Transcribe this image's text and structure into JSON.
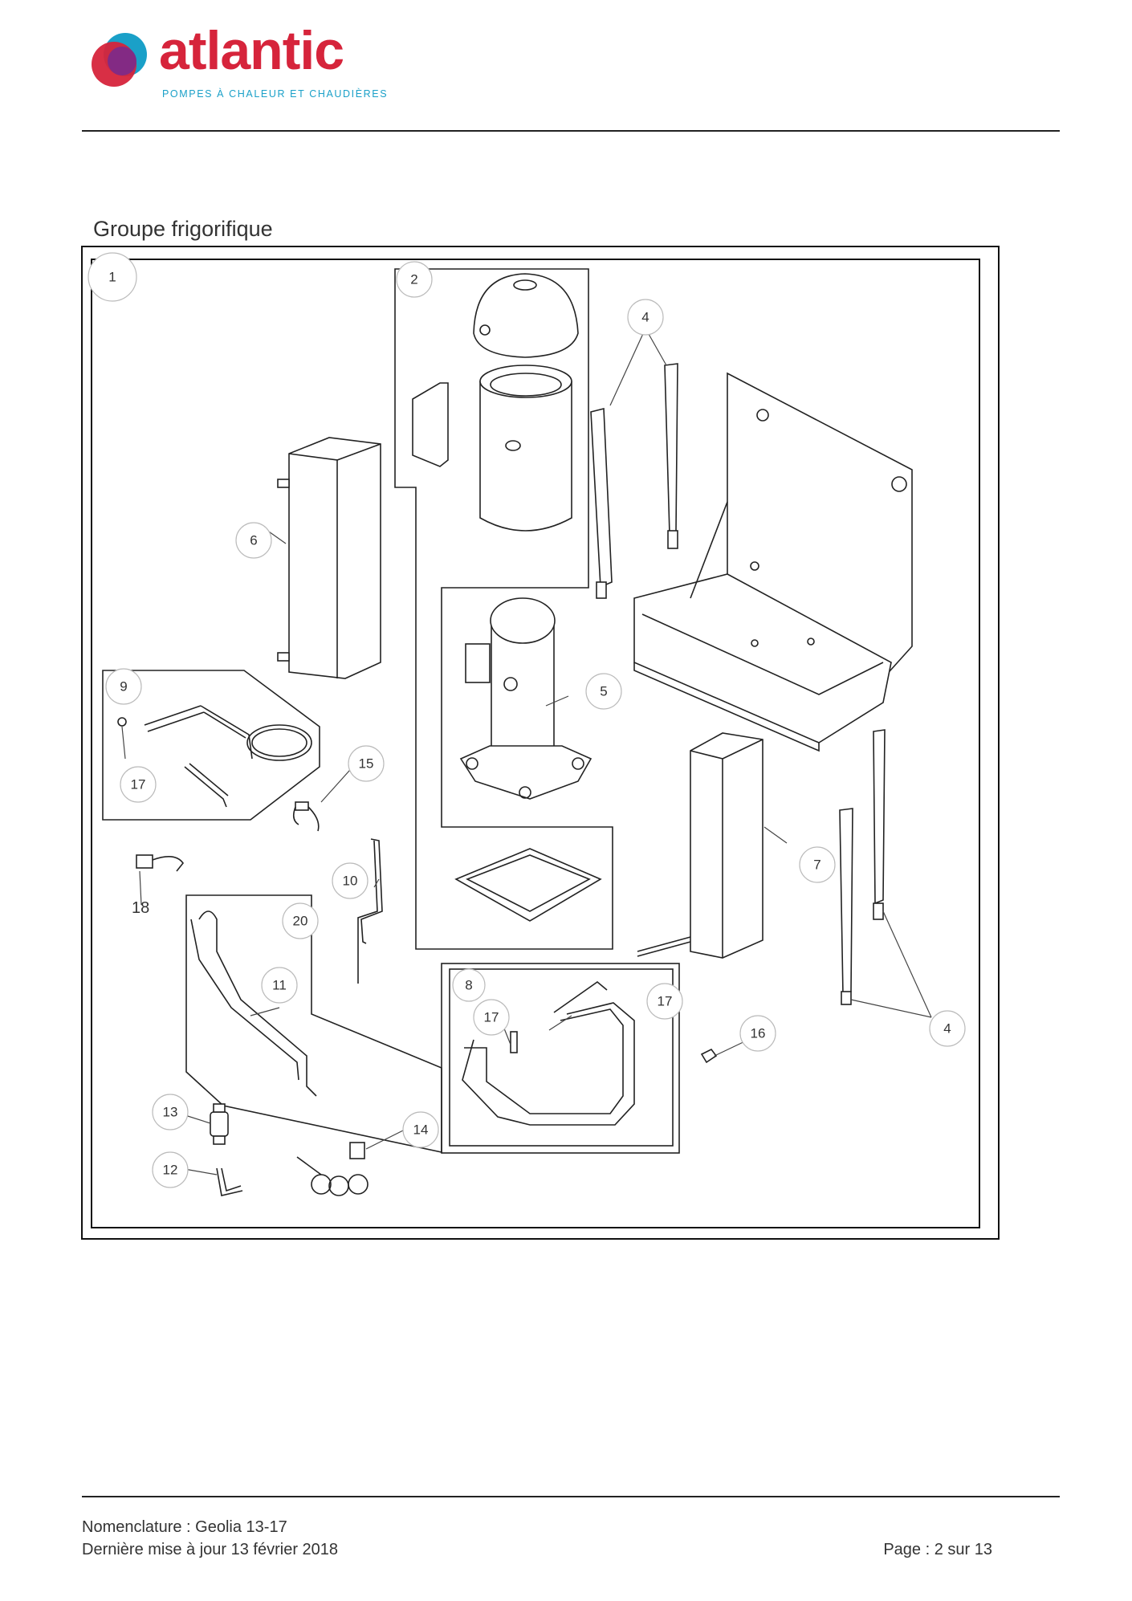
{
  "header": {
    "brand": "atlantic",
    "tagline": "POMPES À CHALEUR ET CHAUDIÈRES"
  },
  "section": {
    "title": "Groupe frigorifique"
  },
  "callouts": {
    "c1": "1",
    "c2": "2",
    "c4a": "4",
    "c4b": "4",
    "c5": "5",
    "c6": "6",
    "c7": "7",
    "c8": "8",
    "c9": "9",
    "c10": "10",
    "c11": "11",
    "c12": "12",
    "c13": "13",
    "c14": "14",
    "c15": "15",
    "c16": "16",
    "c17a": "17",
    "c17b": "17",
    "c17c": "17",
    "c18": "18",
    "c20": "20"
  },
  "footer": {
    "nomenclature": "Nomenclature : Geolia 13-17",
    "updated": "Dernière mise à jour 13 février 2018",
    "page": "Page : 2 sur 13"
  },
  "colors": {
    "brand_red": "#d6243b",
    "brand_blue": "#1aa0c8",
    "brand_purple": "#7b2a8c"
  }
}
